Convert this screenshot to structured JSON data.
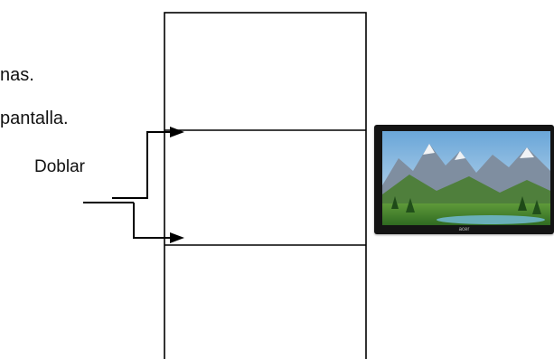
{
  "lines": [
    {
      "text": "nas."
    },
    {
      "text": "pantalla."
    }
  ],
  "fold_label": "Doblar",
  "monitor": {
    "brand": "acer"
  }
}
